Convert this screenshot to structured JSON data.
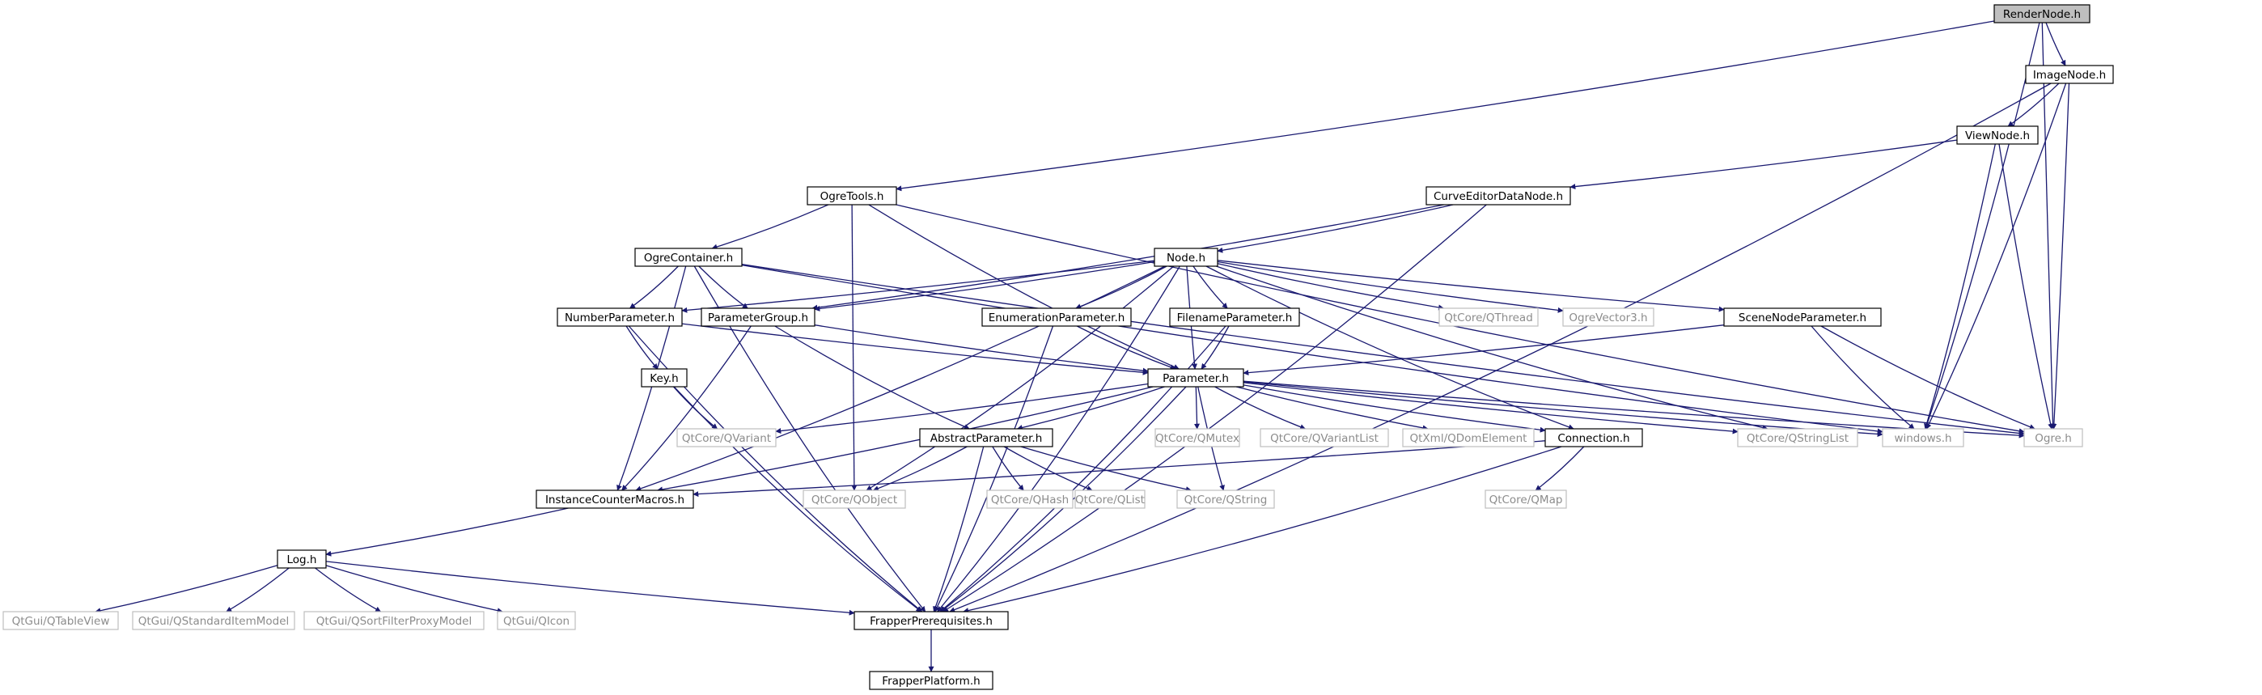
{
  "colors": {
    "edge": "#191970",
    "focus_fill": "#bfbfbf",
    "node_border": "#000000",
    "external_border": "#bfbfbf",
    "external_text": "#8c8c8c"
  },
  "nodes": {
    "rendernode": "RenderNode.h",
    "imagenode": "ImageNode.h",
    "viewnode": "ViewNode.h",
    "ogretools": "OgreTools.h",
    "curveeditordatanode": "CurveEditorDataNode.h",
    "ogrecontainer": "OgreContainer.h",
    "node": "Node.h",
    "numberparameter": "NumberParameter.h",
    "parametergroup": "ParameterGroup.h",
    "enumerationparameter": "EnumerationParameter.h",
    "filenameparameter": "FilenameParameter.h",
    "qthread": "QtCore/QThread",
    "ogrevector3": "OgreVector3.h",
    "scenenodeparameter": "SceneNodeParameter.h",
    "key": "Key.h",
    "parameter": "Parameter.h",
    "qvariant": "QtCore/QVariant",
    "abstractparameter": "AbstractParameter.h",
    "qmutex": "QtCore/QMutex",
    "qvariantlist": "QtCore/QVariantList",
    "qdomelement": "QtXml/QDomElement",
    "connection": "Connection.h",
    "qstringlist": "QtCore/QStringList",
    "windows": "windows.h",
    "ogre": "Ogre.h",
    "instancecountermacros": "InstanceCounterMacros.h",
    "qobject": "QtCore/QObject",
    "qhash": "QtCore/QHash",
    "qlist": "QtCore/QList",
    "qstring": "QtCore/QString",
    "qmap": "QtCore/QMap",
    "log": "Log.h",
    "qtableview": "QtGui/QTableView",
    "qstandarditemmodel": "QtGui/QStandardItemModel",
    "qsortfilterproxymodel": "QtGui/QSortFilterProxyModel",
    "qicon": "QtGui/QIcon",
    "frapperprerequisites": "FrapperPrerequisites.h",
    "frapperplatform": "FrapperPlatform.h"
  }
}
